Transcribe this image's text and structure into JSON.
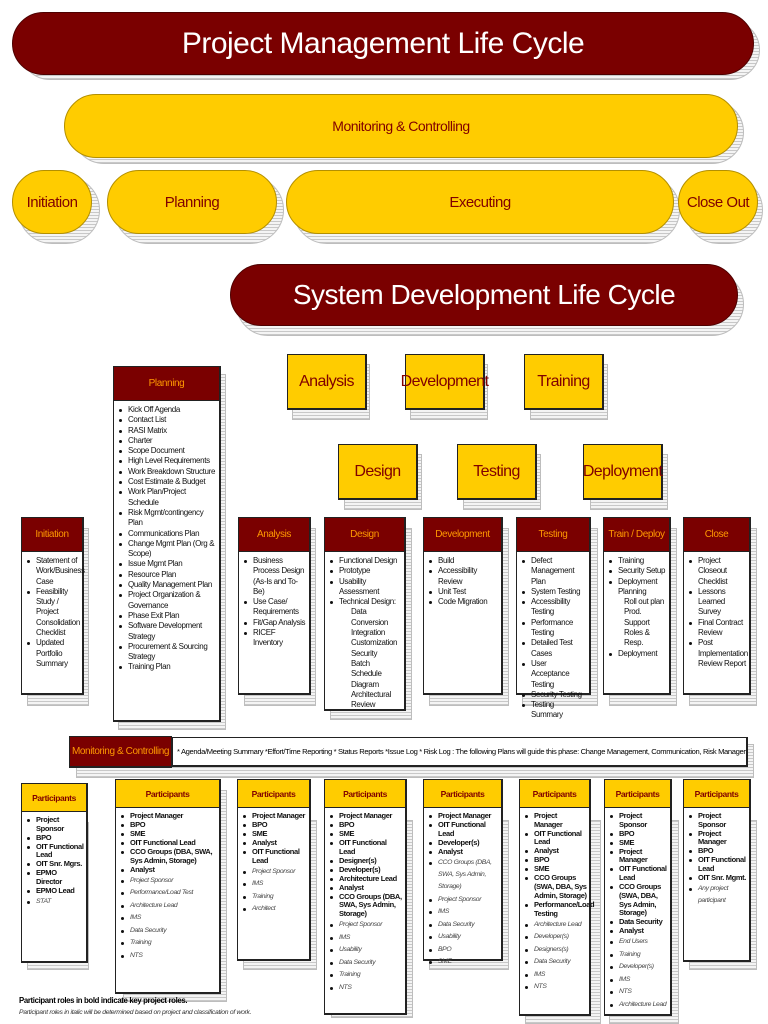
{
  "pmlc": {
    "title": "Project Management Life Cycle",
    "monitoring": "Monitoring & Controlling",
    "phases": [
      "Initiation",
      "Planning",
      "Executing",
      "Close Out"
    ]
  },
  "sdlc": {
    "title": "System Development Life Cycle",
    "top_row": [
      "Analysis",
      "Development",
      "Training"
    ],
    "bottom_row": [
      "Design",
      "Testing",
      "Deployment"
    ]
  },
  "colors": {
    "maroon": "#7a0000",
    "gold": "#ffcc00",
    "header_text_orange": "#ff9900",
    "gold_text": "#800000"
  },
  "cards": {
    "planning": {
      "title": "Planning",
      "items": [
        "Kick Off Agenda",
        "Contact List",
        "RASI Matrix",
        "Charter",
        "Scope Document",
        "High Level Requirements",
        "Work Breakdown Structure",
        "Cost Estimate & Budget",
        "Work Plan/Project Schedule",
        "Risk Mgmt/contingency Plan",
        "Communications Plan",
        "Change Mgmt Plan (Org & Scope)",
        "Issue Mgmt Plan",
        "Resource Plan",
        "Quality Management Plan",
        "Project Organization & Governance",
        "Phase Exit Plan",
        "Software Development Strategy",
        "Procurement & Sourcing Strategy",
        "Training Plan"
      ]
    },
    "initiation": {
      "title": "Initiation",
      "items": [
        "Statement of Work/Business Case",
        "Feasibility Study / Project Consolidation Checklist",
        "Updated Portfolio Summary"
      ]
    },
    "analysis": {
      "title": "Analysis",
      "items": [
        "Business Process Design (As-Is and To-Be)",
        "Use Case/ Requirements",
        "Fit/Gap Analysis",
        "RICEF Inventory"
      ]
    },
    "design": {
      "title": "Design",
      "items": [
        "Functional Design",
        "Prototype",
        "Usability Assessment",
        "Technical Design:"
      ],
      "sub_items": [
        "Data Conversion",
        "Integration",
        "Customization",
        "Security",
        "Batch Schedule Diagram",
        "Architectural Review"
      ]
    },
    "development": {
      "title": "Development",
      "items": [
        "Build",
        "Accessibility Review",
        "Unit Test",
        "Code Migration"
      ]
    },
    "testing": {
      "title": "Testing",
      "items": [
        "Defect Management Plan",
        "System Testing",
        "Accessibility Testing",
        "Performance Testing",
        "Detailed Test Cases",
        "User Acceptance Testing",
        "Security Testing",
        "Testing Summary"
      ]
    },
    "train_deploy": {
      "title": "Train / Deploy",
      "items": [
        "Training",
        "Security Setup",
        "Deployment Planning"
      ],
      "sub_items": [
        "Roll out plan",
        "Prod. Support Roles & Resp."
      ],
      "last_item": "Deployment"
    },
    "close": {
      "title": "Close",
      "items": [
        "Project Closeout Checklist",
        "Lessons Learned Survey",
        "Final Contract Review",
        "Post Implementation Review Report"
      ]
    }
  },
  "monitoring_bar": {
    "label": "Monitoring & Controlling",
    "text": "* Agenda/Meeting Summary *Effort/Time Reporting  * Status Reports *Issue Log * Risk Log :  The following Plans will guide this phase: Change Management, Communication, Risk Management, Issue Management  and Project"
  },
  "participants": {
    "title": "Participants",
    "initiation": {
      "key": [
        "Project Sponsor",
        "BPO",
        "OIT Functional Lead",
        "OIT Snr. Mgrs.",
        "EPMO Director",
        "EPMO Lead"
      ],
      "tbd": [
        "STAT"
      ]
    },
    "planning": {
      "key": [
        "Project Manager",
        "BPO",
        "SME",
        "OIT Functional Lead",
        "CCO Groups (DBA, SWA, Sys Admin, Storage)",
        "Analyst"
      ],
      "tbd": [
        "Project Sponsor",
        "Performance/Load Test",
        "Architecture Lead",
        "IMS",
        "Data Security",
        "Training",
        "NTS"
      ]
    },
    "analysis": {
      "key": [
        "Project Manager",
        "BPO",
        "SME",
        "Analyst",
        "OIT Functional Lead"
      ],
      "tbd": [
        "Project Sponsor",
        "IMS",
        "Training",
        "Architect"
      ]
    },
    "design": {
      "key": [
        "Project Manager",
        "BPO",
        "SME",
        "OIT Functional Lead",
        "Designer(s)",
        "Developer(s)",
        "Architecture Lead",
        "Analyst",
        "CCO Groups (DBA, SWA, Sys Admin, Storage)"
      ],
      "tbd": [
        "Project Sponsor",
        "IMS",
        "Usability",
        "Data Security",
        "Training",
        "NTS"
      ]
    },
    "development": {
      "key": [
        "Project Manager",
        "OIT Functional Lead",
        "Developer(s)",
        "Analyst"
      ],
      "tbd": [
        "CCO Groups (DBA, SWA, Sys Admin, Storage)",
        "Project Sponsor",
        "IMS",
        "Data Security",
        "Usability",
        "BPO",
        "SME"
      ]
    },
    "testing": {
      "key": [
        "Project Manager",
        "OIT Functional Lead",
        "Analyst",
        "BPO",
        "SME",
        "CCO Groups (SWA, DBA, Sys Admin, Storage)",
        "Performance/Load Testing"
      ],
      "tbd": [
        "Architecture Lead",
        "Developer(s)",
        "Designers(s)",
        "Data Security",
        "IMS",
        "NTS"
      ]
    },
    "train_deploy": {
      "key": [
        "Project Sponsor",
        "BPO",
        "SME",
        "Project Manager",
        "OIT Functional Lead",
        "CCO Groups (SWA, DBA, Sys Admin, Storage)",
        "Data Security",
        "Analyst"
      ],
      "tbd": [
        "End Users",
        "Training",
        "Developer(s)",
        "IMS",
        "NTS",
        "Architecture Lead"
      ]
    },
    "close": {
      "key": [
        "Project Sponsor",
        "Project Manager",
        "BPO",
        "OIT Functional Lead",
        "OIT Snr. Mgmt."
      ],
      "tbd": [
        "Any project participant"
      ]
    }
  },
  "legend": {
    "bold_note": "Participant roles in bold indicate key project roles.",
    "italic_note": "Participant roles in italic will be determined based on project and classification of work."
  }
}
